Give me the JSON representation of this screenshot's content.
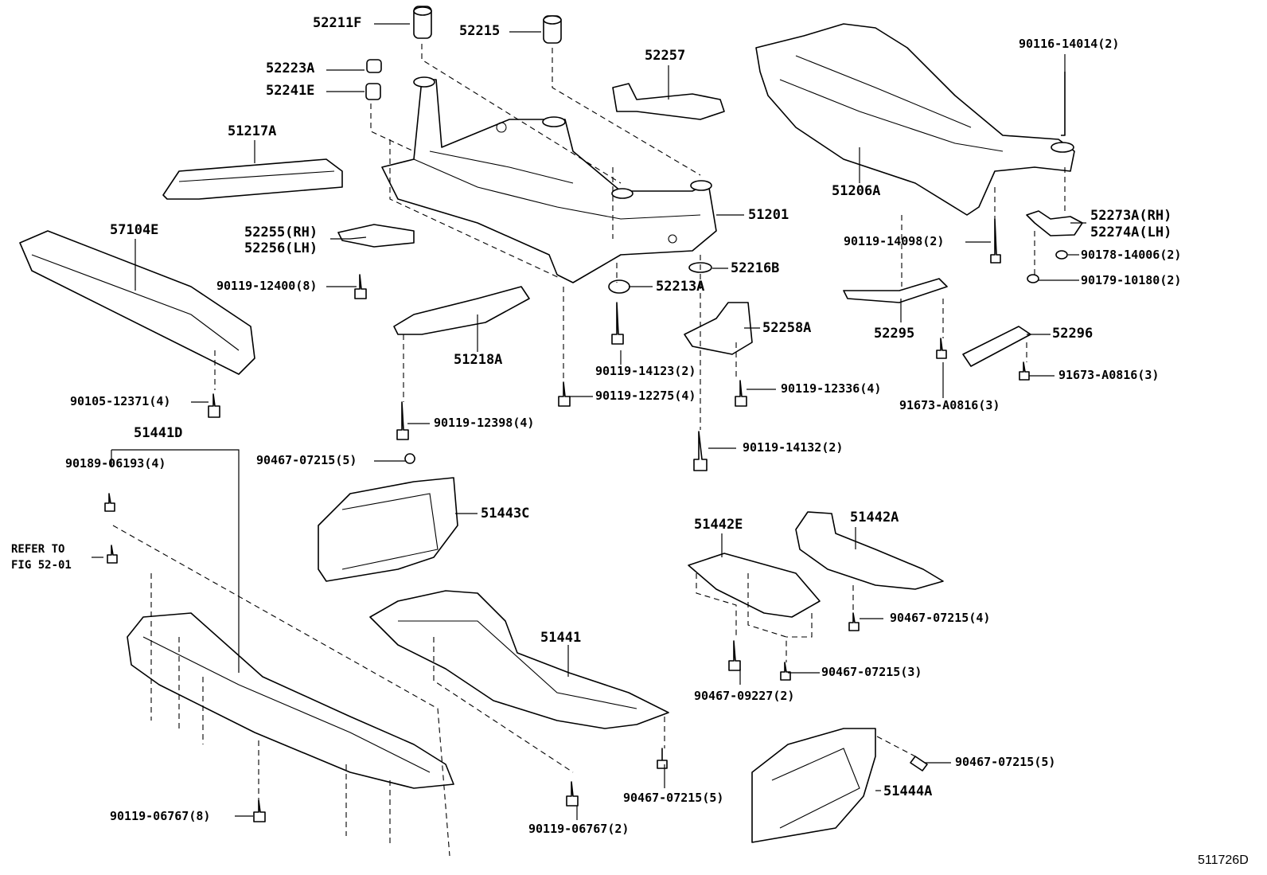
{
  "diagram_id": "511726D",
  "refer_note": {
    "line1": "REFER TO",
    "line2": "FIG 52-01"
  },
  "labels": [
    {
      "id": "p52211F",
      "text": "52211F"
    },
    {
      "id": "p52215",
      "text": "52215"
    },
    {
      "id": "p52223A",
      "text": "52223A"
    },
    {
      "id": "p52241E",
      "text": "52241E"
    },
    {
      "id": "p52257",
      "text": "52257"
    },
    {
      "id": "p51217A",
      "text": "51217A"
    },
    {
      "id": "p57104E",
      "text": "57104E"
    },
    {
      "id": "p52255",
      "text": "52255(RH)"
    },
    {
      "id": "p52256",
      "text": "52256(LH)"
    },
    {
      "id": "p90119_12400",
      "text": "90119-12400(8)"
    },
    {
      "id": "p51201",
      "text": "51201"
    },
    {
      "id": "p52216B",
      "text": "52216B"
    },
    {
      "id": "p52213A",
      "text": "52213A"
    },
    {
      "id": "p52258A",
      "text": "52258A"
    },
    {
      "id": "p51218A",
      "text": "51218A"
    },
    {
      "id": "p90119_14123",
      "text": "90119-14123(2)"
    },
    {
      "id": "p90105_12371",
      "text": "90105-12371(4)"
    },
    {
      "id": "p90119_12275",
      "text": "90119-12275(4)"
    },
    {
      "id": "p90119_12336",
      "text": "90119-12336(4)"
    },
    {
      "id": "p90119_12398",
      "text": "90119-12398(4)"
    },
    {
      "id": "p51441D",
      "text": "51441D"
    },
    {
      "id": "p90189_06193",
      "text": "90189-06193(4)"
    },
    {
      "id": "p90467_07215_5a",
      "text": "90467-07215(5)"
    },
    {
      "id": "p90119_14132",
      "text": "90119-14132(2)"
    },
    {
      "id": "p51443C",
      "text": "51443C"
    },
    {
      "id": "p51442E",
      "text": "51442E"
    },
    {
      "id": "p51442A",
      "text": "51442A"
    },
    {
      "id": "p90467_07215_4",
      "text": "90467-07215(4)"
    },
    {
      "id": "p51441",
      "text": "51441"
    },
    {
      "id": "p90467_07215_3",
      "text": "90467-07215(3)"
    },
    {
      "id": "p90467_09227",
      "text": "90467-09227(2)"
    },
    {
      "id": "p90467_07215_5b",
      "text": "90467-07215(5)"
    },
    {
      "id": "p90467_07215_5c",
      "text": "90467-07215(5)"
    },
    {
      "id": "p51444A",
      "text": "51444A"
    },
    {
      "id": "p90119_06767_8",
      "text": "90119-06767(8)"
    },
    {
      "id": "p90119_06767_2",
      "text": "90119-06767(2)"
    },
    {
      "id": "p90116_14014",
      "text": "90116-14014(2)"
    },
    {
      "id": "p51206A",
      "text": "51206A"
    },
    {
      "id": "p52273A",
      "text": "52273A(RH)"
    },
    {
      "id": "p52274A",
      "text": "52274A(LH)"
    },
    {
      "id": "p90119_14098",
      "text": "90119-14098(2)"
    },
    {
      "id": "p90178_14006",
      "text": "90178-14006(2)"
    },
    {
      "id": "p90179_10180",
      "text": "90179-10180(2)"
    },
    {
      "id": "p52295",
      "text": "52295"
    },
    {
      "id": "p52296",
      "text": "52296"
    },
    {
      "id": "p91673_A0816_a",
      "text": "91673-A0816(3)"
    },
    {
      "id": "p91673_A0816_b",
      "text": "91673-A0816(3)"
    }
  ]
}
